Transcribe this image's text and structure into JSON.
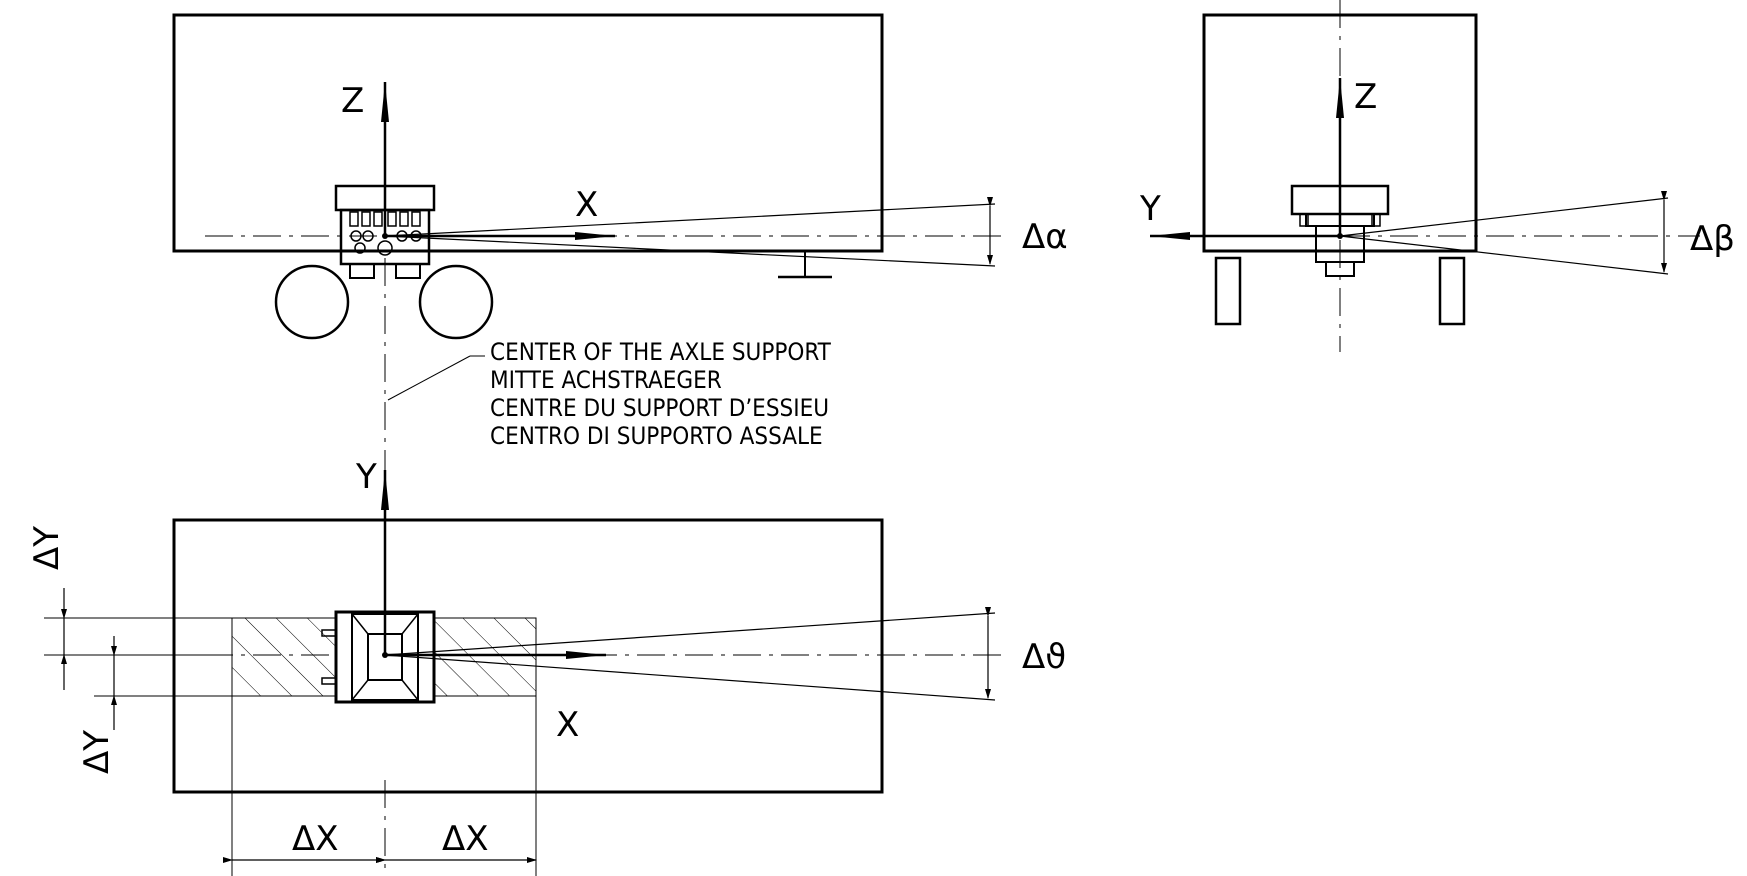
{
  "side_view": {
    "axis_z": "Z",
    "axis_x": "X",
    "angle": "Δα"
  },
  "end_view": {
    "axis_z": "Z",
    "axis_y": "Y",
    "angle": "Δβ"
  },
  "top_view": {
    "axis_y": "Y",
    "axis_x": "X",
    "angle": "Δϑ",
    "dim_dy_upper": "ΔY",
    "dim_dy_lower": "ΔY",
    "dim_dx_left": "ΔX",
    "dim_dx_right": "ΔX"
  },
  "callout": {
    "lines": [
      "CENTER OF THE AXLE SUPPORT",
      "MITTE ACHSTRAEGER",
      "CENTRE DU SUPPORT D’ESSIEU",
      "CENTRO DI SUPPORTO ASSALE"
    ]
  }
}
